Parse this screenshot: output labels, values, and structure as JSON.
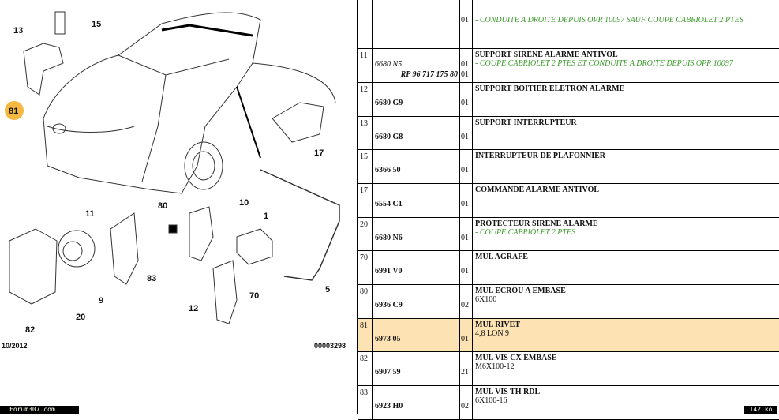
{
  "diagram": {
    "callouts": [
      "13",
      "15",
      "81",
      "17",
      "11",
      "80",
      "10",
      "1",
      "9",
      "83",
      "70",
      "5",
      "12",
      "20",
      "82"
    ],
    "date": "10/2012",
    "reference": "00003298",
    "highlight_color": "#f5b942"
  },
  "watermark": "Forum307.com",
  "file_size": "142 ko",
  "table": {
    "rows": [
      {
        "num": "",
        "ref": "",
        "qty": "01",
        "title": "",
        "note": "- CONDUITE A DROITE DEPUIS OPR 10097 SAUF COUPE CABRIOLET 2 PTES",
        "spec": ""
      },
      {
        "num": "11",
        "ref": "6680 N5",
        "ref_italic": true,
        "rp": "RP 96 717 175 80",
        "qty": "01",
        "qty2": "01",
        "title": "SUPPORT SIRENE ALARME ANTIVOL",
        "note": "- COUPE CABRIOLET 2 PTES ET CONDUITE A DROITE DEPUIS OPR 10097",
        "spec": ""
      },
      {
        "num": "12",
        "ref": "6680 G9",
        "qty": "01",
        "title": "SUPPORT BOITIER ELETRON ALARME",
        "note": "",
        "spec": ""
      },
      {
        "num": "13",
        "ref": "6680 G8",
        "qty": "01",
        "title": "SUPPORT INTERRUPTEUR",
        "note": "",
        "spec": ""
      },
      {
        "num": "15",
        "ref": "6366 50",
        "qty": "01",
        "title": "INTERRUPTEUR DE PLAFONNIER",
        "note": "",
        "spec": ""
      },
      {
        "num": "17",
        "ref": "6554 C1",
        "qty": "01",
        "title": "COMMANDE ALARME ANTIVOL",
        "note": "",
        "spec": ""
      },
      {
        "num": "20",
        "ref": "6680 N6",
        "qty": "01",
        "title": "PROTECTEUR SIRENE ALARME",
        "note": "- COUPE CABRIOLET 2 PTES",
        "spec": ""
      },
      {
        "num": "70",
        "ref": "6991 V0",
        "qty": "01",
        "title": "MUL AGRAFE",
        "note": "",
        "spec": ""
      },
      {
        "num": "80",
        "ref": "6936 C9",
        "qty": "02",
        "title": "MUL ECROU A EMBASE",
        "note": "",
        "spec": "6X100"
      },
      {
        "num": "81",
        "ref": "6973 05",
        "qty": "01",
        "title": "MUL RIVET",
        "note": "",
        "spec": "4,8 LON 9",
        "highlighted": true
      },
      {
        "num": "82",
        "ref": "6907 59",
        "qty": "21",
        "title": "MUL VIS CX EMBASE",
        "note": "",
        "spec": "M6X100-12"
      },
      {
        "num": "83",
        "ref": "6923 H0",
        "qty": "02",
        "title": "MUL VIS TH RDL",
        "note": "",
        "spec": "6X100-16"
      }
    ]
  }
}
